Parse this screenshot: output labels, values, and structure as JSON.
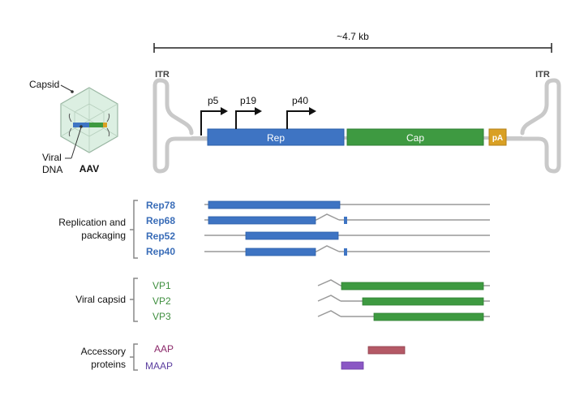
{
  "genome": {
    "length_label": "~4.7 kb",
    "itr_left": "ITR",
    "itr_right": "ITR",
    "promoters": [
      "p5",
      "p19",
      "p40"
    ],
    "rep_label": "Rep",
    "cap_label": "Cap",
    "pa_label": "pA"
  },
  "aav": {
    "capsid_label": "Capsid",
    "dna_label_line1": "Viral",
    "dna_label_line2": "DNA",
    "name": "AAV"
  },
  "groups": {
    "replication_line1": "Replication and",
    "replication_line2": "packaging",
    "capsid": "Viral capsid",
    "accessory_line1": "Accessory",
    "accessory_line2": "proteins"
  },
  "transcripts": {
    "rep78": "Rep78",
    "rep68": "Rep68",
    "rep52": "Rep52",
    "rep40": "Rep40",
    "vp1": "VP1",
    "vp2": "VP2",
    "vp3": "VP3",
    "aap": "AAP",
    "maap": "MAAP"
  },
  "colors": {
    "rep": "#3E74C3",
    "cap": "#3E9A41",
    "pa": "#D9A024",
    "aap": "#B45966",
    "maap": "#8A57C4",
    "aap_label": "#8C2A6B",
    "maap_label": "#5B3E9F",
    "rep_label": "#3A6DB8",
    "vp_label": "#3E8E3E"
  }
}
